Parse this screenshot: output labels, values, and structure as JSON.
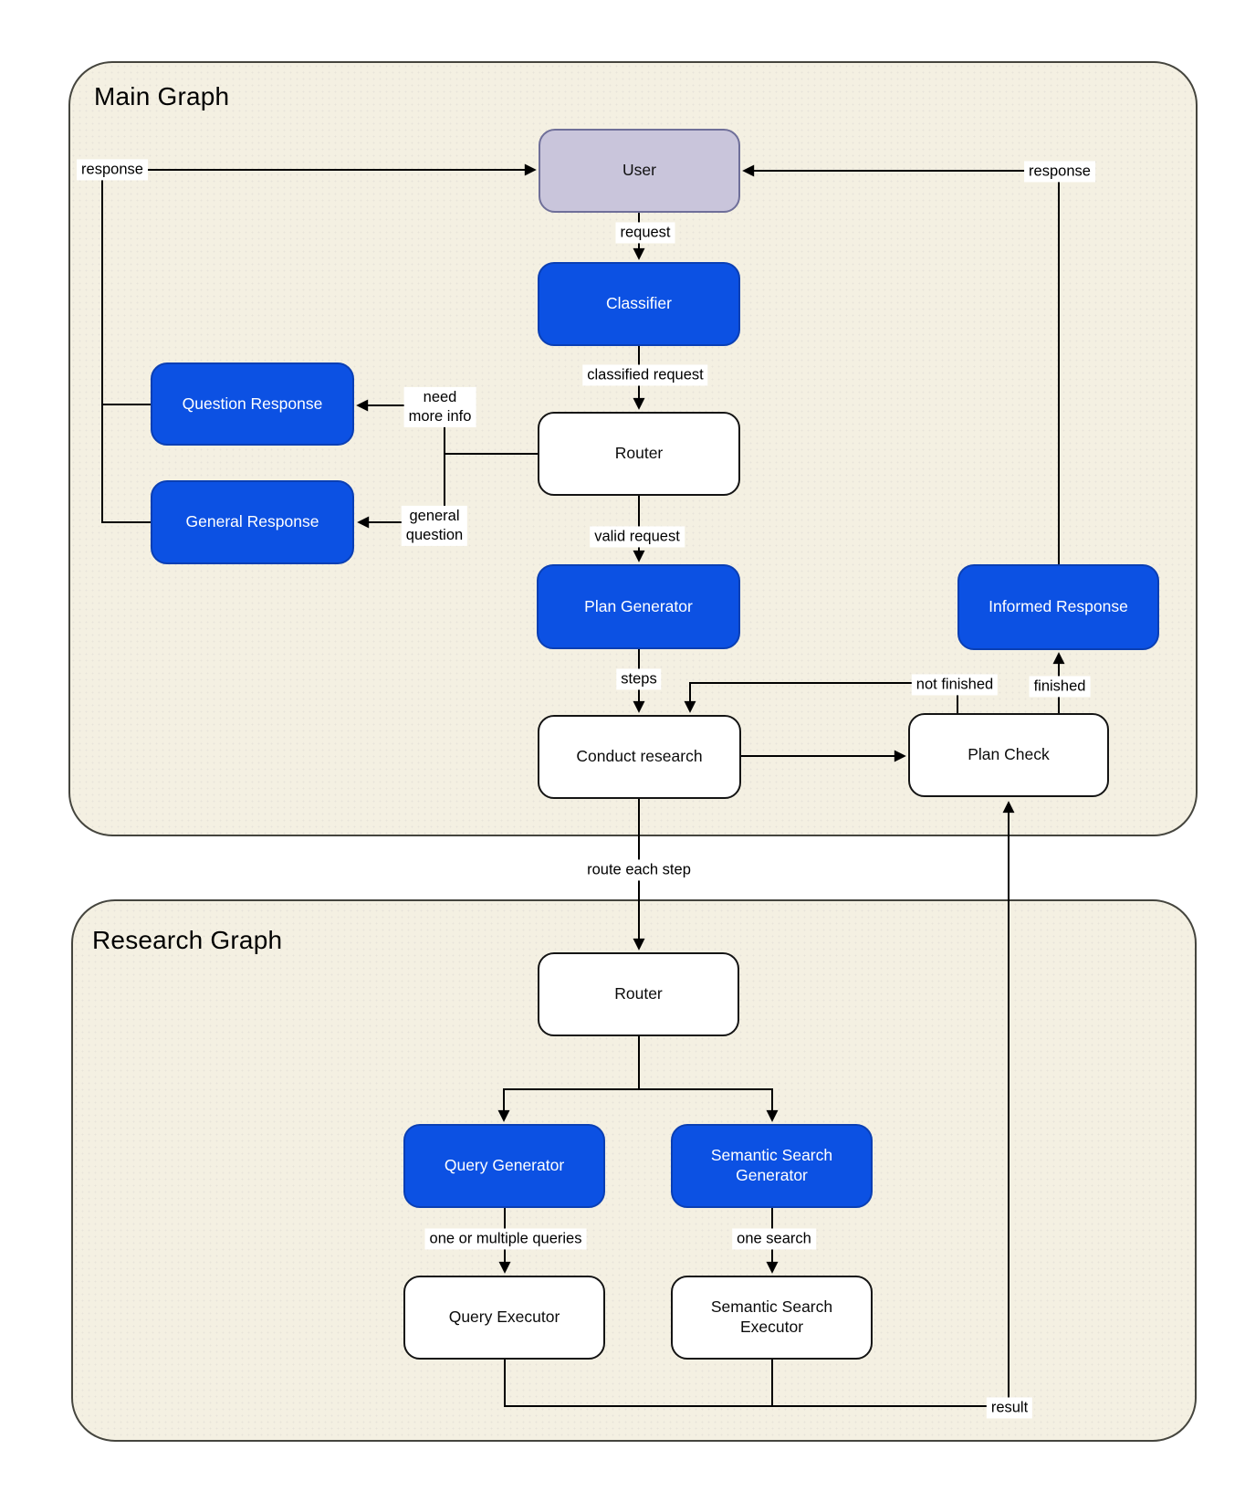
{
  "diagram": {
    "groups": [
      {
        "id": "main",
        "title": "Main Graph"
      },
      {
        "id": "research",
        "title": "Research Graph"
      }
    ],
    "nodes": [
      {
        "id": "user",
        "label": "User",
        "kind": "user",
        "group": "main"
      },
      {
        "id": "classifier",
        "label": "Classifier",
        "kind": "primary",
        "group": "main"
      },
      {
        "id": "router-main",
        "label": "Router",
        "kind": "plain",
        "group": "main"
      },
      {
        "id": "question-response",
        "label": "Question Response",
        "kind": "primary",
        "group": "main"
      },
      {
        "id": "general-response",
        "label": "General Response",
        "kind": "primary",
        "group": "main"
      },
      {
        "id": "plan-generator",
        "label": "Plan Generator",
        "kind": "primary",
        "group": "main"
      },
      {
        "id": "informed-response",
        "label": "Informed Response",
        "kind": "primary",
        "group": "main"
      },
      {
        "id": "conduct-research",
        "label": "Conduct research",
        "kind": "plain",
        "group": "main"
      },
      {
        "id": "plan-check",
        "label": "Plan Check",
        "kind": "plain",
        "group": "main"
      },
      {
        "id": "router-research",
        "label": "Router",
        "kind": "plain",
        "group": "research"
      },
      {
        "id": "query-generator",
        "label": "Query Generator",
        "kind": "primary",
        "group": "research"
      },
      {
        "id": "semantic-search-generator",
        "label": "Semantic Search Generator",
        "kind": "primary",
        "group": "research"
      },
      {
        "id": "query-executor",
        "label": "Query Executor",
        "kind": "plain",
        "group": "research"
      },
      {
        "id": "semantic-search-executor",
        "label": "Semantic Search Executor",
        "kind": "plain",
        "group": "research"
      }
    ],
    "edges": [
      {
        "from": "user",
        "to": "classifier",
        "label": "request"
      },
      {
        "from": "classifier",
        "to": "router-main",
        "label": "classified request"
      },
      {
        "from": "router-main",
        "to": "question-response",
        "label": "need\nmore info"
      },
      {
        "from": "router-main",
        "to": "general-response",
        "label": "general\nquestion"
      },
      {
        "from": "router-main",
        "to": "plan-generator",
        "label": "valid request"
      },
      {
        "from": "plan-generator",
        "to": "conduct-research",
        "label": "steps"
      },
      {
        "from": "conduct-research",
        "to": "plan-check",
        "label": ""
      },
      {
        "from": "plan-check",
        "to": "conduct-research",
        "label": "not finished"
      },
      {
        "from": "plan-check",
        "to": "informed-response",
        "label": "finished"
      },
      {
        "from": "informed-response",
        "to": "user",
        "label": "response"
      },
      {
        "from": "question-response",
        "to": "user",
        "label": "response"
      },
      {
        "from": "general-response",
        "to": "user",
        "label": ""
      },
      {
        "from": "conduct-research",
        "to": "router-research",
        "label": "route each step"
      },
      {
        "from": "router-research",
        "to": "query-generator",
        "label": ""
      },
      {
        "from": "router-research",
        "to": "semantic-search-generator",
        "label": ""
      },
      {
        "from": "query-generator",
        "to": "query-executor",
        "label": "one or multiple queries"
      },
      {
        "from": "semantic-search-generator",
        "to": "semantic-search-executor",
        "label": "one search"
      },
      {
        "from": "query-executor",
        "to": "plan-check",
        "label": "result"
      },
      {
        "from": "semantic-search-executor",
        "to": "plan-check",
        "label": ""
      }
    ],
    "colors": {
      "primary_node": "#0c51e3",
      "primary_border": "#0a3fb4",
      "user_node": "#c9c5db",
      "panel_background": "#f4f0e2",
      "line": "#000000",
      "plain_node": "#ffffff"
    }
  }
}
